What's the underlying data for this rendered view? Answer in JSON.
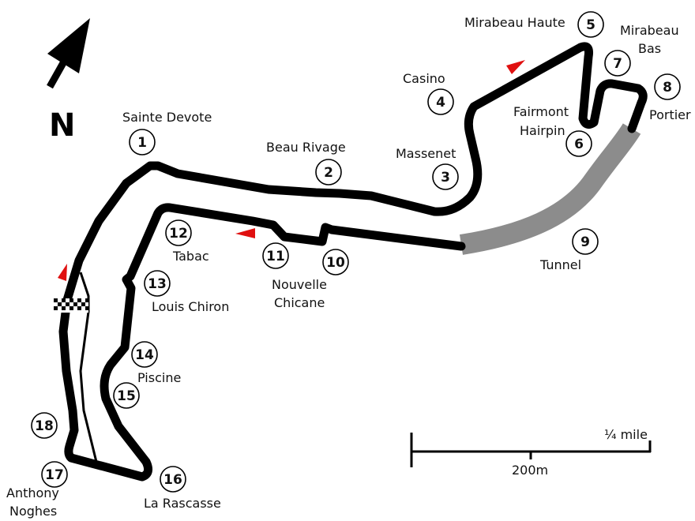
{
  "map": {
    "compass": {
      "label": "N"
    },
    "colors": {
      "track": "#000000",
      "tunnel": "#8c8c8c",
      "direction_arrow": "#e01010",
      "background": "#ffffff"
    },
    "corners": [
      {
        "num": "1",
        "name": "Sainte Devote"
      },
      {
        "num": "2",
        "name": "Beau Rivage"
      },
      {
        "num": "3",
        "name": "Massenet"
      },
      {
        "num": "4",
        "name": "Casino"
      },
      {
        "num": "5",
        "name": "Mirabeau Haute"
      },
      {
        "num": "6",
        "name_line1": "Fairmont",
        "name_line2": "Hairpin"
      },
      {
        "num": "7",
        "name_line1": "Mirabeau",
        "name_line2": "Bas"
      },
      {
        "num": "8",
        "name": "Portier"
      },
      {
        "num": "9",
        "name": "Tunnel"
      },
      {
        "num": "10",
        "name_line1": "Nouvelle",
        "name_line2": "Chicane"
      },
      {
        "num": "11"
      },
      {
        "num": "12",
        "name": "Tabac"
      },
      {
        "num": "13",
        "name": "Louis Chiron"
      },
      {
        "num": "14",
        "name": "Piscine"
      },
      {
        "num": "15"
      },
      {
        "num": "16",
        "name": "La Rascasse"
      },
      {
        "num": "17",
        "name_line1": "Anthony",
        "name_line2": "Noghes"
      },
      {
        "num": "18"
      }
    ],
    "scale": {
      "metric_label": "200m",
      "imperial_label": "¼ mile"
    }
  }
}
